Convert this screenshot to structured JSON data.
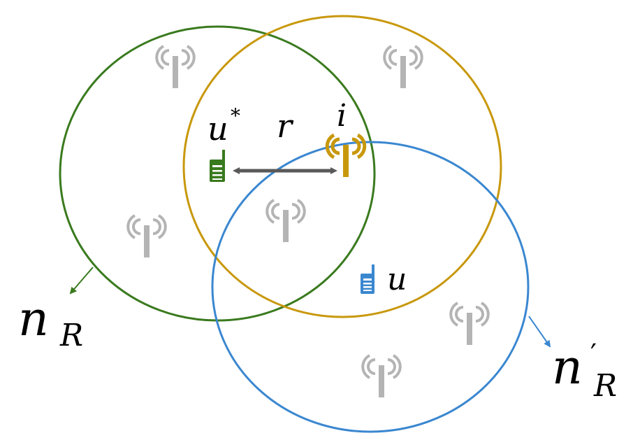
{
  "colors": {
    "green": "#3a7a1e",
    "gold": "#c8980c",
    "blue": "#3a87d0",
    "gray_tower": "#b4b4b4",
    "arrow_gray": "#595959",
    "text": "#000000"
  },
  "labels": {
    "u_star": "u",
    "u_star_sup": "*",
    "r": "r",
    "i": "i",
    "u": "u",
    "n_R": "n",
    "n_R_sub": "R",
    "n_R_prime": "n",
    "n_R_prime_mark": "′",
    "n_R_prime_sub": "R"
  },
  "icons": {
    "station": "cell-tower-icon",
    "device": "mobile-device-icon"
  }
}
